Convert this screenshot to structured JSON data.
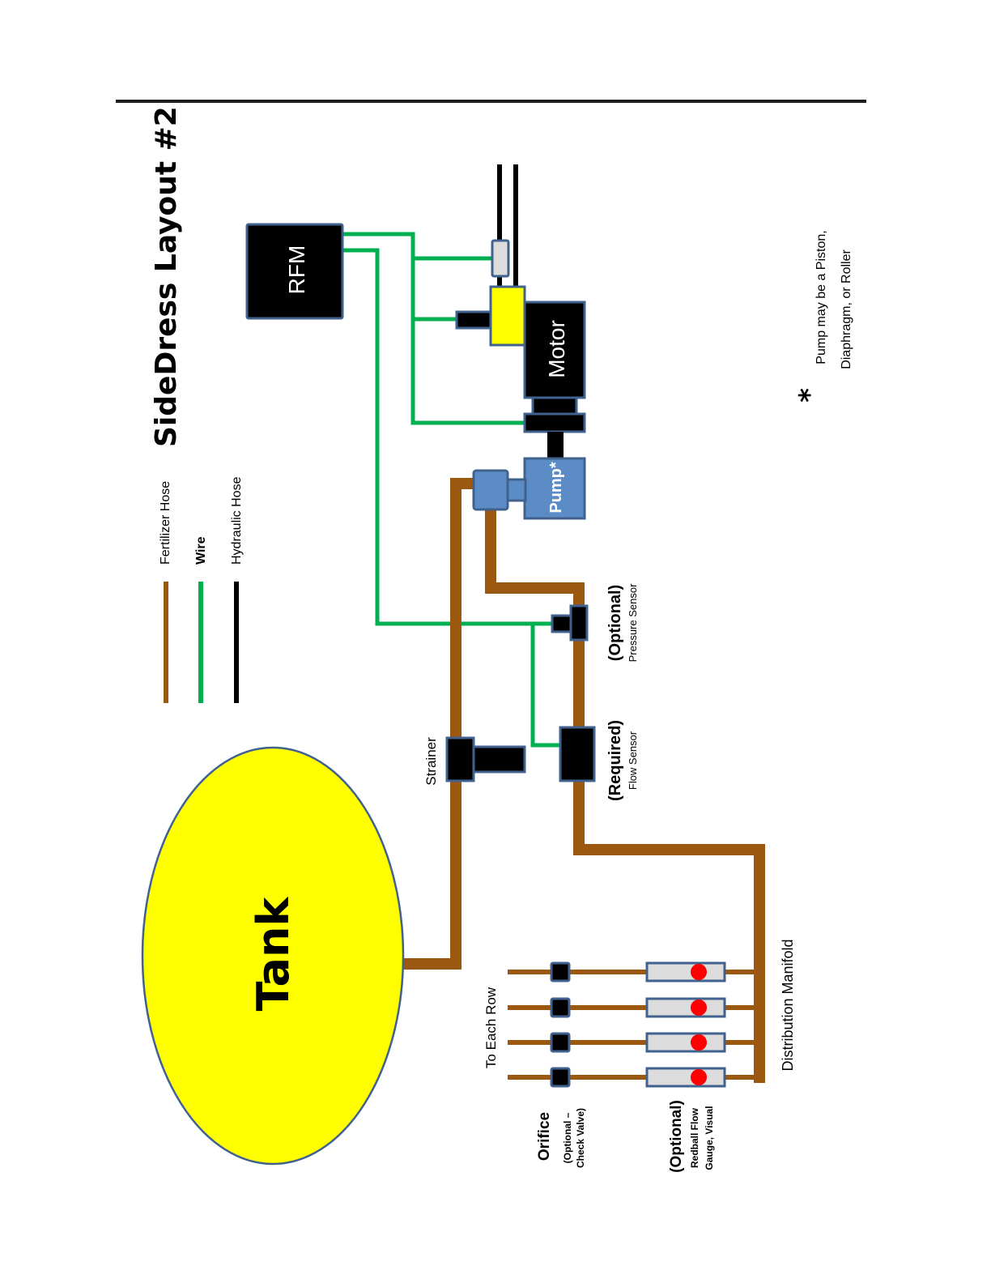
{
  "title": "SideDress Layout #2",
  "legend": [
    {
      "label": "Fertilizer Hose",
      "color": "#9c5710"
    },
    {
      "label": "Wire",
      "color": "#00b050"
    },
    {
      "label": "Hydraulic Hose",
      "color": "#000000"
    }
  ],
  "components": {
    "rfm": "RFM",
    "motor": "Motor",
    "pump": "Pump*",
    "tank": "Tank",
    "strainer": "Strainer",
    "pressure_sensor": {
      "qualifier": "(Optional)",
      "name": "Pressure Sensor"
    },
    "flow_sensor": {
      "qualifier": "(Required)",
      "name": "Flow Sensor"
    },
    "distribution_manifold": "Distribution Manifold",
    "to_each_row": "To Each Row",
    "orifice": {
      "name": "Orifice",
      "note_line1": "(Optional –",
      "note_line2": "Check Valve)"
    },
    "redball": {
      "qualifier": "(Optional)",
      "line1": "Redball Flow",
      "line2": "Gauge, Visual"
    }
  },
  "footnote": {
    "symbol": "*",
    "line1": "Pump may be a Piston,",
    "line2": "Diaphragm, or Roller"
  },
  "row_outlets": 4,
  "colors": {
    "fertilizer": "#9c5710",
    "wire": "#00b050",
    "hydraulic": "#000000",
    "tank": "#ffff00",
    "pump": "#5b8cc6",
    "redball": "#ff0000"
  }
}
